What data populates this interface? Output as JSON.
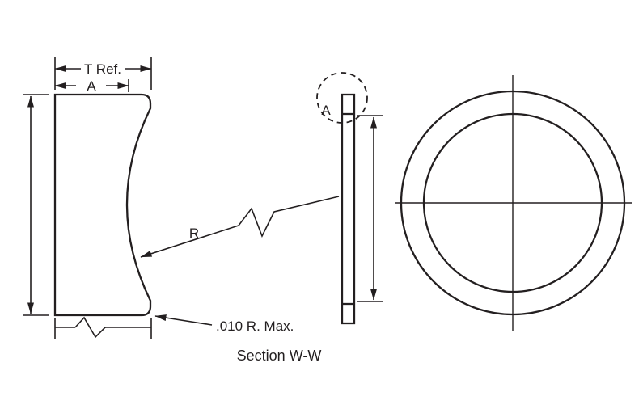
{
  "figure": {
    "caption": "Section W-W",
    "dims": {
      "thickness_ref": "T Ref.",
      "a": "A",
      "radius": "R",
      "corner_radius_note": ".010 R. Max.",
      "detail_label": "A"
    },
    "colors": {
      "line": "#231f20",
      "background": "#ffffff"
    }
  }
}
